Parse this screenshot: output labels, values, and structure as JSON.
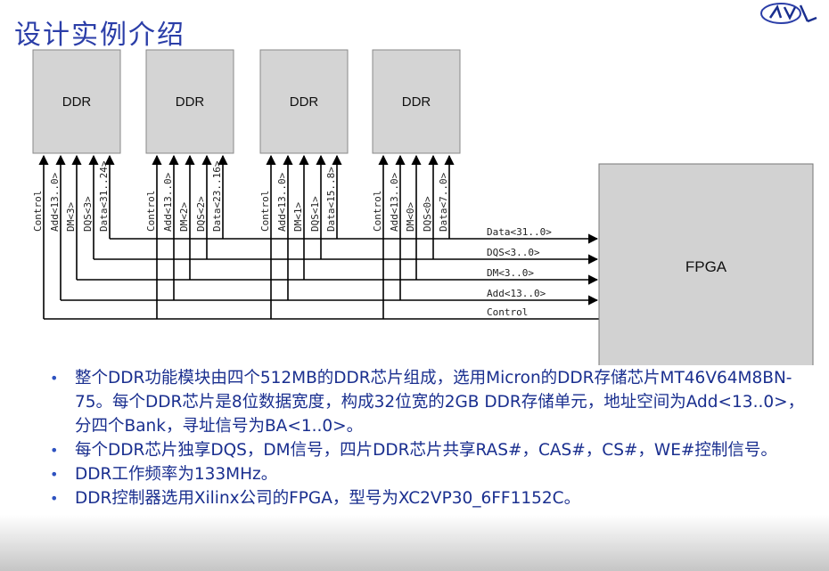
{
  "title": "设计实例介绍",
  "ddr_chips": [
    {
      "label": "DDR",
      "signals": [
        "Control",
        "Add<13..0>",
        "DM<3>",
        "DQS<3>",
        "Data<31..24>"
      ]
    },
    {
      "label": "DDR",
      "signals": [
        "Control",
        "Add<13..0>",
        "DM<2>",
        "DQS<2>",
        "Data<23..16>"
      ]
    },
    {
      "label": "DDR",
      "signals": [
        "Control",
        "Add<13..0>",
        "DM<1>",
        "DQS<1>",
        "Data<15..8>"
      ]
    },
    {
      "label": "DDR",
      "signals": [
        "Control",
        "Add<13..0>",
        "DM<0>",
        "DQS<0>",
        "Data<7..0>"
      ]
    }
  ],
  "fpga": {
    "label": "FPGA"
  },
  "buses": [
    "Data<31..0>",
    "DQS<3..0>",
    "DM<3..0>",
    "Add<13..0>",
    "Control"
  ],
  "bullets": [
    "整个DDR功能模块由四个512MB的DDR芯片组成，选用Micron的DDR存储芯片MT46V64M8BN-75。每个DDR芯片是8位数据宽度，构成32位宽的2GB DDR存储单元，地址空间为Add<13..0>，分四个Bank，寻址信号为BA<1..0>。",
    "每个DDR芯片独享DQS，DM信号，四片DDR芯片共享RAS#，CAS#，CS#，WE#控制信号。",
    "DDR工作频率为133MHz。",
    "DDR控制器选用Xilinx公司的FPGA，型号为XC2VP30_6FF1152C。"
  ],
  "colors": {
    "title": "#2b3ea8",
    "text": "#1a2f8f",
    "chip_fill": "#d4d4d4",
    "fpga_fill": "#d2d2d2",
    "line": "#000000"
  },
  "icons": {
    "logo": "logo-icon",
    "bullet": "bullet-dot-icon"
  }
}
